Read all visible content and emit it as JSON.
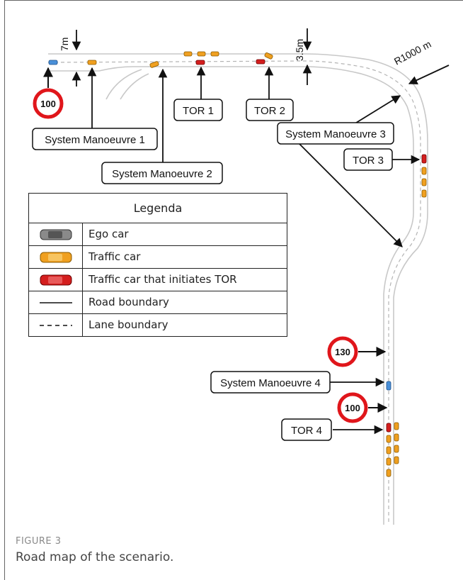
{
  "dimensions": {
    "width_label": "7m",
    "lane_width_label": "3.5m",
    "radius_label": "R1000 m"
  },
  "speed_signs": {
    "first": "100",
    "second": "130",
    "third": "100"
  },
  "callouts": {
    "tor1": "TOR 1",
    "tor2": "TOR 2",
    "tor3": "TOR 3",
    "tor4": "TOR 4",
    "sm1": "System Manoeuvre 1",
    "sm2": "System Manoeuvre 2",
    "sm3": "System Manoeuvre 3",
    "sm4": "System Manoeuvre 4"
  },
  "legend": {
    "title": "Legenda",
    "items": [
      {
        "symbol": "ego-car-icon",
        "label": "Ego car"
      },
      {
        "symbol": "traffic-car-icon",
        "label": "Traffic car"
      },
      {
        "symbol": "tor-car-icon",
        "label": "Traffic car that initiates TOR"
      },
      {
        "symbol": "solid-line-icon",
        "label": "Road boundary"
      },
      {
        "symbol": "dashed-line-icon",
        "label": "Lane boundary"
      }
    ]
  },
  "colors": {
    "ego_car": "#4a90d9",
    "traffic_car": "#f0a020",
    "tor_car": "#d41e1e",
    "sign_ring": "#e0161b",
    "road_line": "#c8c8c8"
  },
  "figure": {
    "label": "FIGURE 3",
    "caption": "Road map of the scenario."
  }
}
